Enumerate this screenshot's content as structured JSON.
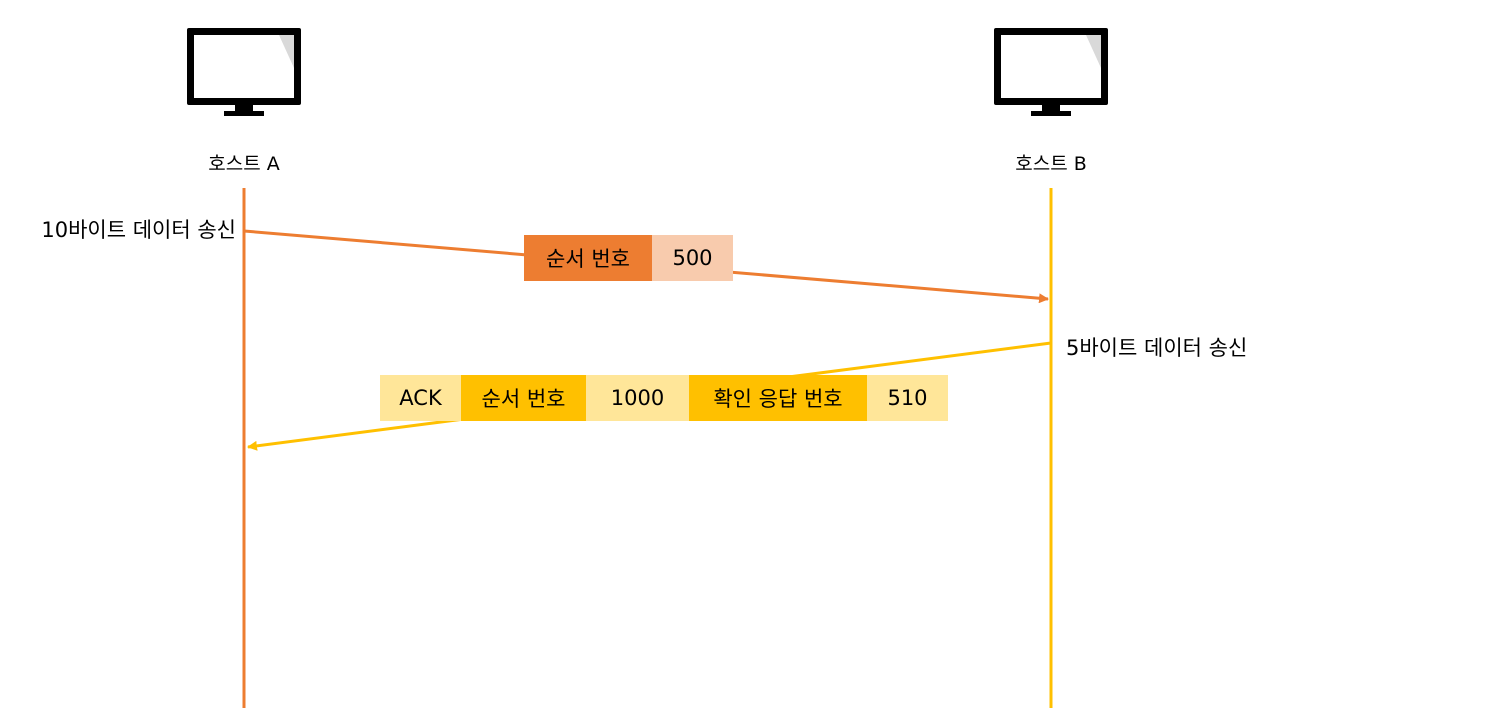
{
  "colors": {
    "host_a_line": "#ED7D31",
    "host_b_line": "#FFC000",
    "segment_a_dark": "#ED7D31",
    "segment_a_light": "#F8CBAD",
    "segment_b_dark": "#FFC000",
    "segment_b_light": "#FFE699",
    "monitor": "#000000",
    "screen_highlight": "#d9d9d9"
  },
  "hosts": {
    "a": {
      "label": "호스트 A",
      "icon": "monitor-icon"
    },
    "b": {
      "label": "호스트 B",
      "icon": "monitor-icon"
    }
  },
  "notes": {
    "a_send": "10바이트 데이터 송신",
    "b_send": "5바이트 데이터 송신"
  },
  "segment_a": {
    "seq_label": "순서 번호",
    "seq_value": "500"
  },
  "segment_b": {
    "ack_flag": "ACK",
    "seq_label": "순서 번호",
    "seq_value": "1000",
    "ack_label": "확인 응답 번호",
    "ack_value": "510"
  }
}
